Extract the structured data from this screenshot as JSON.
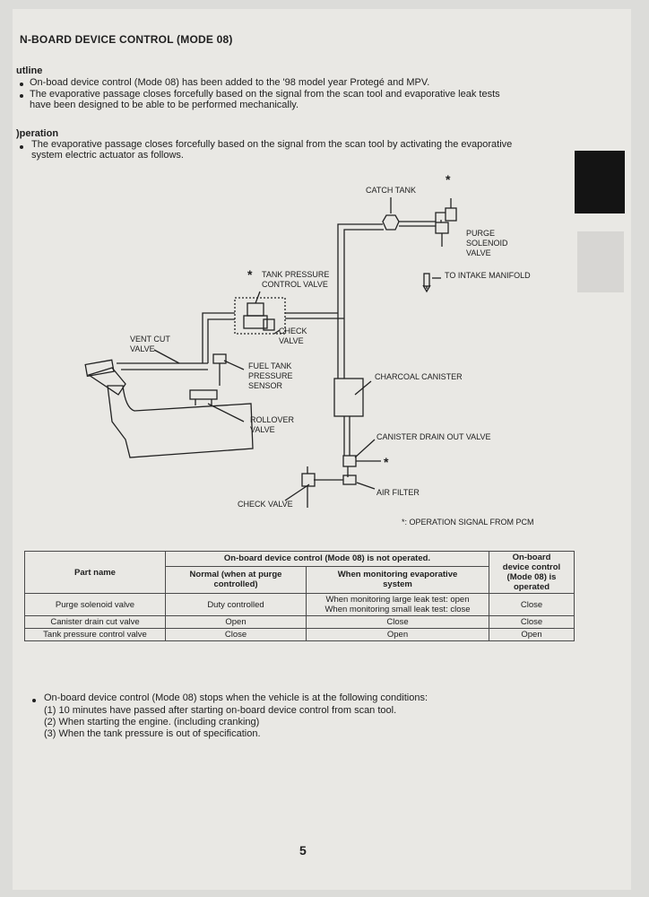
{
  "title": "N-BOARD DEVICE CONTROL (MODE 08)",
  "outline": {
    "heading": "utline",
    "bullets": [
      "On-boad device control (Mode 08) has been added to the '98 model year Protegé and MPV.",
      "The evaporative passage closes forcefully based on the signal from the scan tool and evaporative leak tests"
    ],
    "bullet2_cont": "have been designed to be able to be performed mechanically."
  },
  "operation": {
    "heading": ")peration",
    "line1": "The evaporative passage closes forcefully based on the signal from the scan tool by activating the evaporative",
    "line2": "system electric actuator as follows."
  },
  "diagram": {
    "catch_tank": "CATCH TANK",
    "purge_1": "PURGE",
    "purge_2": "SOLENOID",
    "purge_3": "VALVE",
    "to_intake": "TO INTAKE MANIFOLD",
    "tank_pressure_1": "TANK PRESSURE",
    "tank_pressure_2": "CONTROL VALVE",
    "check_1": "CHECK",
    "check_2": "VALVE",
    "vent_cut_1": "VENT CUT",
    "vent_cut_2": "VALVE",
    "fuel_1": "FUEL TANK",
    "fuel_2": "PRESSURE",
    "fuel_3": "SENSOR",
    "charcoal": "CHARCOAL CANISTER",
    "rollover_1": "ROLLOVER",
    "rollover_2": "VALVE",
    "drain": "CANISTER DRAIN OUT VALVE",
    "air_filter": "AIR FILTER",
    "check_valve": "CHECK VALVE",
    "asterisk": "*",
    "note": "*: OPERATION SIGNAL FROM PCM"
  },
  "table": {
    "part_name": "Part name",
    "not_operated": "On-board device control (Mode 08) is not operated.",
    "normal_1": "Normal (when at purge",
    "normal_2": "controlled)",
    "monitoring_1": "When monitoring evaporative",
    "monitoring_2": "system",
    "operated_1": "On-board",
    "operated_2": "device control",
    "operated_3": "(Mode 08) is",
    "operated_4": "operated",
    "rows": [
      {
        "name": "Purge solenoid valve",
        "normal": "Duty controlled",
        "monitoring_1": "When monitoring large leak test: open",
        "monitoring_2": "When monitoring small leak test: close",
        "operated": "Close"
      },
      {
        "name": "Canister drain cut valve",
        "normal": "Open",
        "monitoring": "Close",
        "operated": "Close"
      },
      {
        "name": "Tank pressure control valve",
        "normal": "Close",
        "monitoring": "Open",
        "operated": "Open"
      }
    ]
  },
  "conditions": {
    "intro": "On-board device control (Mode 08) stops when the vehicle is at the following conditions:",
    "items": [
      "(1)  10 minutes have passed after starting on-board device control from scan tool.",
      "(2)  When starting the engine. (including cranking)",
      "(3)  When the tank pressure is out of specification."
    ]
  },
  "page_number": "5"
}
